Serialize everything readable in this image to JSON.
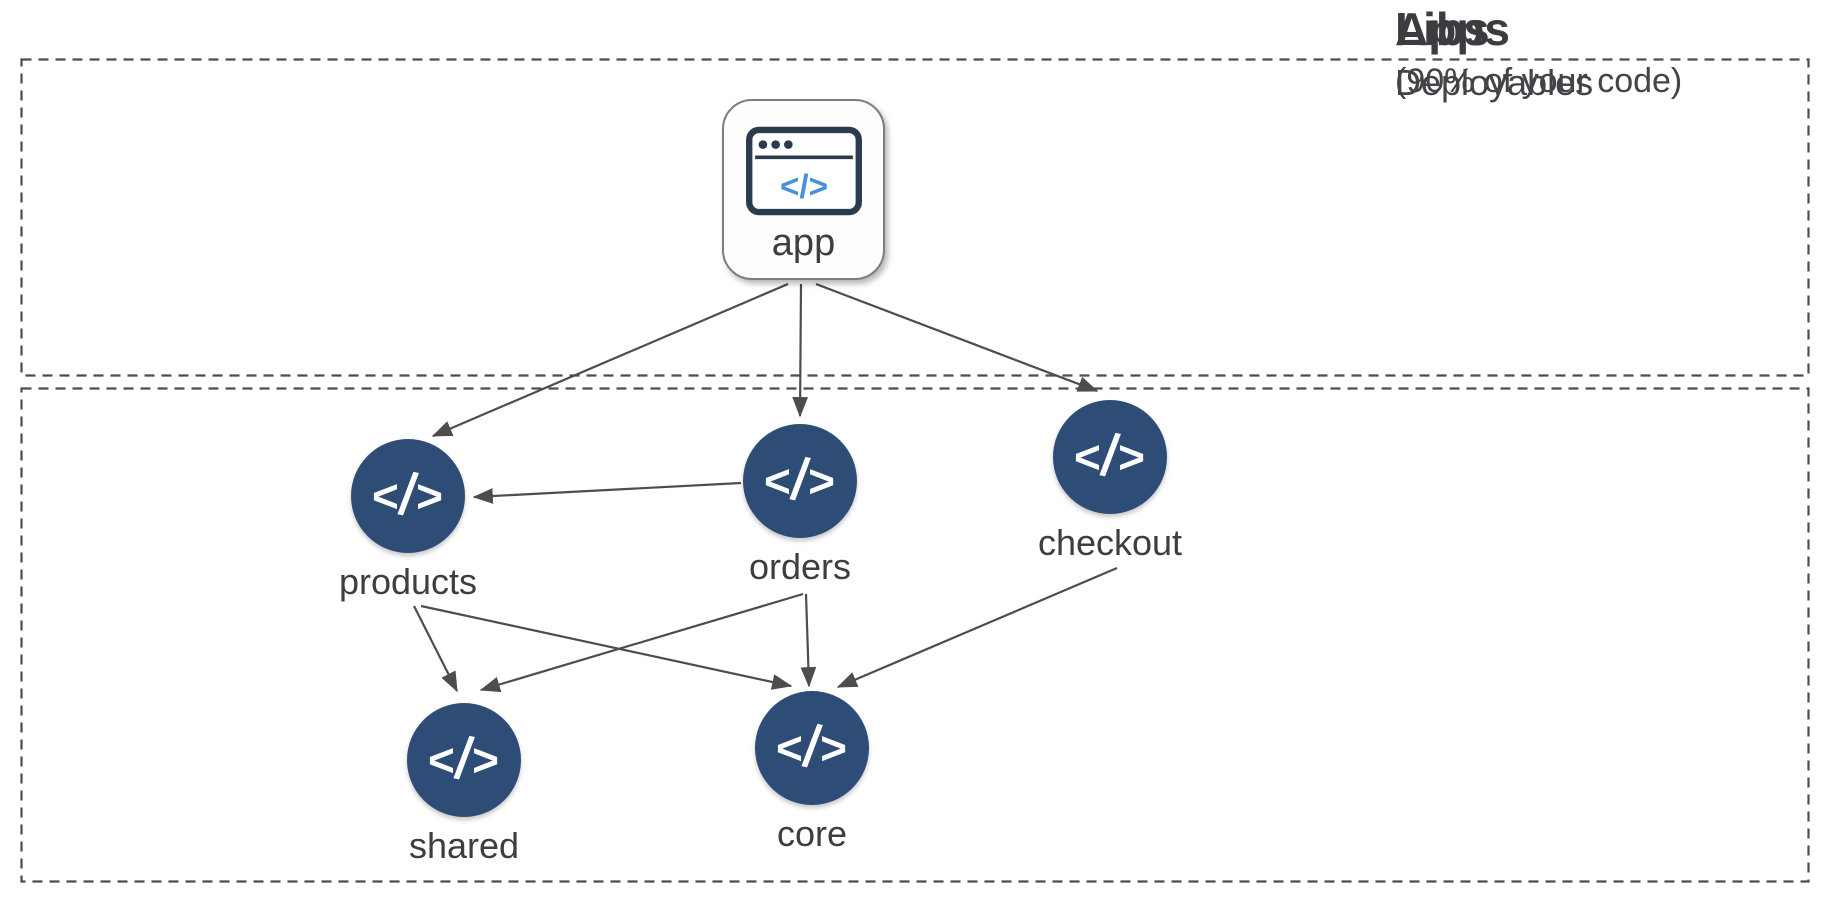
{
  "sections": {
    "apps": {
      "title": "Apps",
      "subtitle": "Deployables"
    },
    "libs": {
      "title": "Libs",
      "subtitle": "(90% of your code)"
    }
  },
  "app_node": {
    "id": "app",
    "label": "app",
    "icon": "browser-window-code-icon"
  },
  "lib_nodes": [
    {
      "id": "products",
      "label": "products"
    },
    {
      "id": "orders",
      "label": "orders"
    },
    {
      "id": "checkout",
      "label": "checkout"
    },
    {
      "id": "shared",
      "label": "shared"
    },
    {
      "id": "core",
      "label": "core"
    }
  ],
  "edges": [
    {
      "from": "app",
      "to": "products"
    },
    {
      "from": "app",
      "to": "orders"
    },
    {
      "from": "app",
      "to": "checkout"
    },
    {
      "from": "orders",
      "to": "products"
    },
    {
      "from": "products",
      "to": "shared"
    },
    {
      "from": "products",
      "to": "core"
    },
    {
      "from": "orders",
      "to": "shared"
    },
    {
      "from": "orders",
      "to": "core"
    },
    {
      "from": "checkout",
      "to": "core"
    }
  ],
  "icons": {
    "code_glyph": "</>"
  },
  "colors": {
    "node_fill": "#2d4d76",
    "arrow": "#4d4d4d",
    "icon_navy": "#2b3b4e",
    "icon_blue": "#4a90d9",
    "text": "#3d3d42"
  }
}
